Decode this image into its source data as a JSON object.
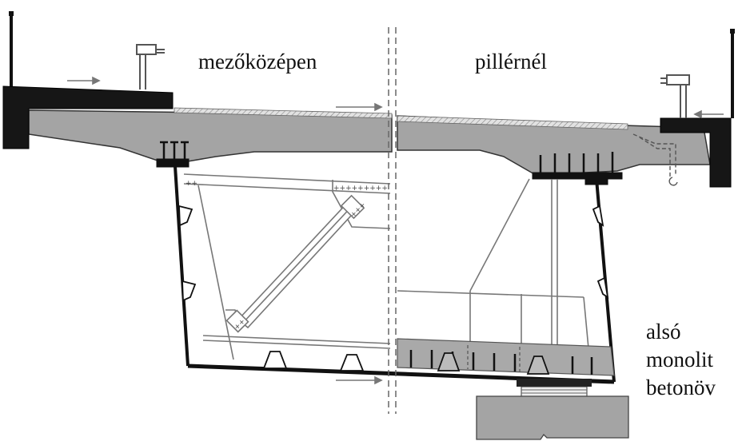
{
  "labels": {
    "midspan": "mezőközépen",
    "pier": "pillérnél",
    "bottom_slab": [
      "alsó",
      "monolit",
      "betonöv"
    ]
  },
  "colors": {
    "concrete": "#a4a4a4",
    "steel": "#111111",
    "outline": "#444444",
    "surfacing": "#d9d9d9"
  }
}
